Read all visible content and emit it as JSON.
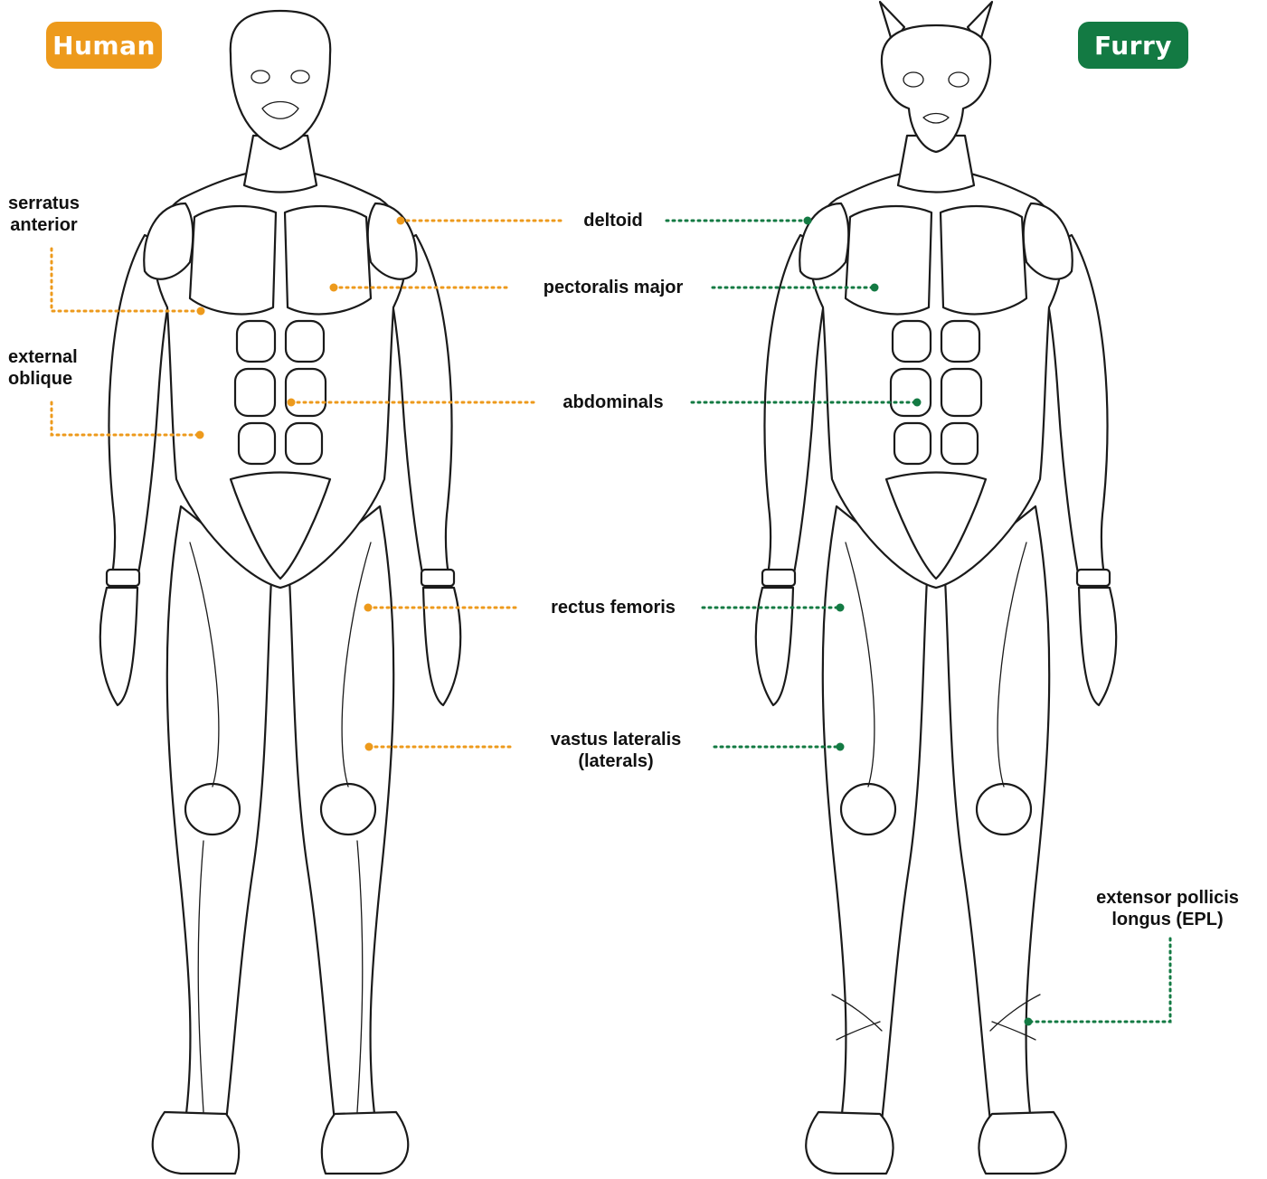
{
  "badges": {
    "human": {
      "label": "Human",
      "color": "#ED9A1C"
    },
    "furry": {
      "label": "Furry",
      "color": "#137A43"
    }
  },
  "colors": {
    "human_leader": "#ED9A1C",
    "furry_leader": "#137A43",
    "line_art": "#1a1a1a"
  },
  "labels": {
    "deltoid": "deltoid",
    "pectoralis_major": "pectoralis major",
    "abdominals": "abdominals",
    "rectus_femoris": "rectus femoris",
    "vastus_lateralis_1": "vastus lateralis",
    "vastus_lateralis_2": "(laterals)",
    "serratus_anterior_1": "serratus",
    "serratus_anterior_2": "anterior",
    "external_oblique_1": "external",
    "external_oblique_2": "oblique",
    "epl_1": "extensor pollicis",
    "epl_2": "longus (EPL)"
  }
}
